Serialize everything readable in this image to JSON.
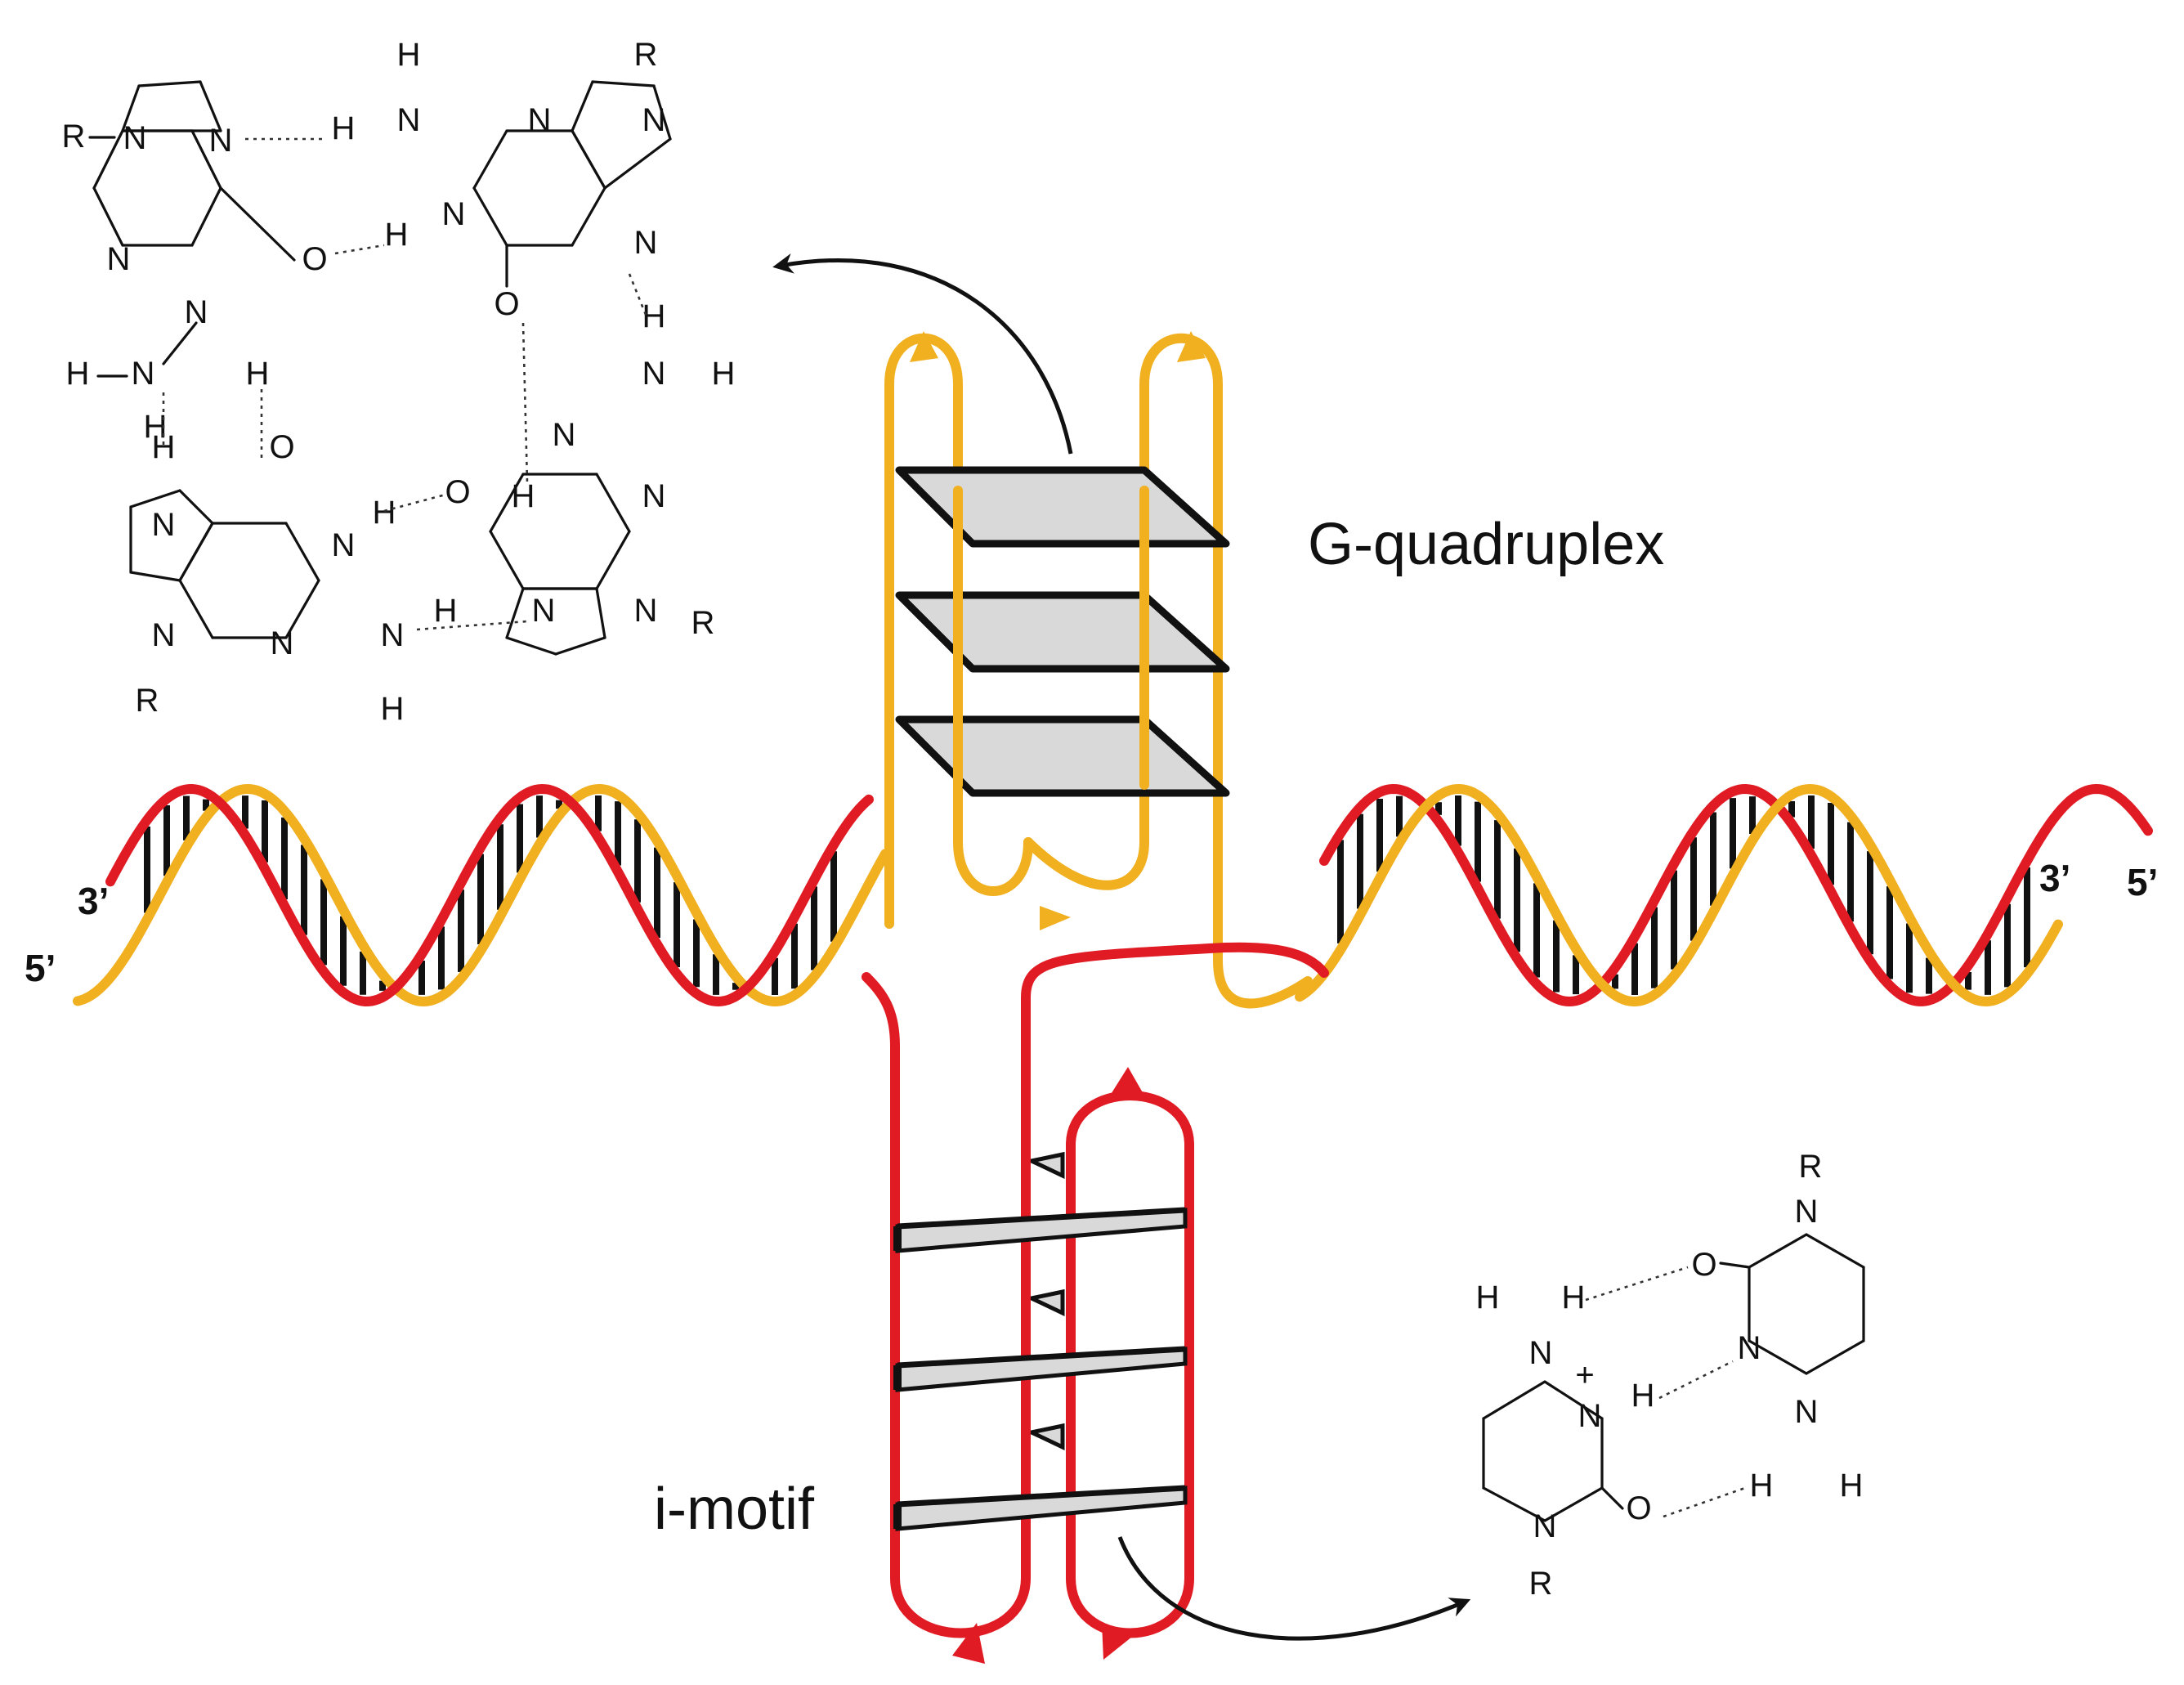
{
  "labels": {
    "g_quadruplex": "G-quadruplex",
    "i_motif": "i-motif"
  },
  "strand_ends": {
    "left_top": "3’",
    "left_bottom": "5’",
    "right_top": "3’",
    "right_bottom": "5’"
  },
  "atoms": {
    "nitrogen": "N",
    "hydrogen": "H",
    "oxygen": "O",
    "r_group": "R",
    "plus": "+"
  },
  "colors": {
    "g_strand": "#f0b020",
    "c_strand": "#e01b24",
    "tetrad_fill": "#d9d9d9",
    "base_pair_lines": "#111111"
  }
}
